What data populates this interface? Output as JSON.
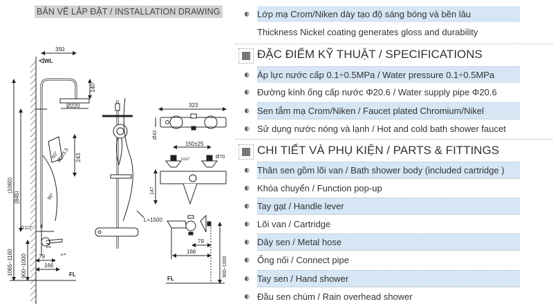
{
  "drawing": {
    "title": "BẢN VẼ LẮP ĐẶT / INSTALLATION DRAWING",
    "labels": {
      "wall_line": "WL",
      "floor_line": "FL",
      "arm_length": "350",
      "head_height": "140",
      "head_diameter": "Ø220",
      "total_height": "(1060)",
      "bar_height": "(845)",
      "hand_shower_length": "243",
      "hand_shower_diameter": "Ø125.5",
      "hand_shower_angle": "60°",
      "swivel_angle": "90°",
      "mixer_height_range": "1065~1160",
      "mixer_install_height": "900~1000",
      "inlet_thread": "G1/2\"",
      "bar_connector_height": "147",
      "offset_79": "79",
      "spout_reach": "166",
      "misc_small": "ø.4",
      "mixer_width": "323",
      "mixer_diameter": "Ø43",
      "inlet_spacing": "150±25",
      "escutcheon_diameter": "Ø70",
      "inlet_thread_2": "G1/2\"",
      "mixer_height": "147",
      "hose_length": "L=1500",
      "side_offset_79": "79",
      "side_reach": "166",
      "side_install_height": "900~1000",
      "side_floor_line": "FL"
    }
  },
  "features": {
    "intro": {
      "vi": "Lớp mạ Crom/Niken dày tạo độ  sáng bóng và bền lâu",
      "en": "Thickness Nickel coating generates gloss and durability"
    },
    "specifications": {
      "heading": "ĐẶC ĐIỂM KỸ THUẬT / SPECIFICATIONS",
      "items": [
        "Áp lực nước cấp 0.1÷0.5MPa / Water pressure 0.1÷0.5MPa",
        "Đường kính ống cấp nước Φ20.6 / Water supply pipe Φ20.6",
        "Sen tắm mạ Crom/Niken / Faucet plated Chromium/Nikel",
        "Sử dụng nước nóng và lạnh / Hot and cold bath shower faucet"
      ]
    },
    "parts": {
      "heading": "CHI TIẾT VÀ PHỤ KIỆN / PARTS & FITTINGS",
      "items": [
        "Thân sen gồm lõi van / Bath shower body (included cartridge )",
        "Khóa chuyển / Function pop-up",
        "Tay gạt / Handle lever",
        "Lõi van / Cartridge",
        "Dây sen / Metal hose",
        "Ống nối / Connect pipe",
        "Tay sen / Hand shower",
        "Đầu sen chùm / Rain overhead shower"
      ]
    }
  },
  "colors": {
    "highlight_row": "#d6e6f5",
    "title_bg": "#d3d3d3",
    "section_square": "#777777"
  }
}
